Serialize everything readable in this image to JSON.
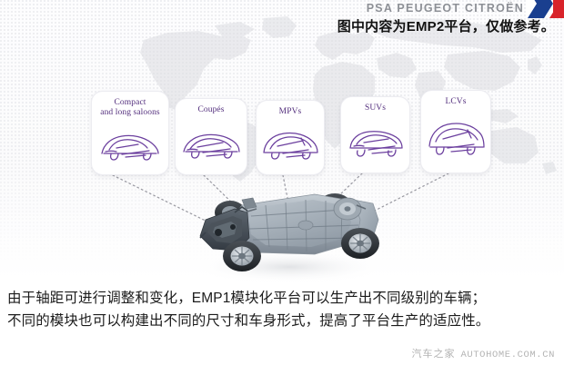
{
  "header": {
    "brand": "PSA PEUGEOT CITROËN",
    "logo_icon": "psa-chevron-logo-icon",
    "notice": "图中内容为EMP2平台，仅做参考。",
    "brand_color": "#8d9096",
    "notice_color": "#121212",
    "logo_colors": {
      "red": "#d8232a",
      "blue": "#1a3f8f",
      "white": "#ffffff"
    }
  },
  "background": {
    "map_icon": "world-map-icon",
    "map_color": "#dcdde1",
    "dot_grid_color": "#787d8c",
    "base_color": "#ffffff"
  },
  "cards": [
    {
      "label": "Compact\nand long saloons",
      "label_line1": "Compact",
      "label_line2": "and long saloons",
      "icon": "compact-saloon-car-icon"
    },
    {
      "label": "Coupés",
      "label_line1": "Coupés",
      "label_line2": "",
      "icon": "coupe-car-icon"
    },
    {
      "label": "MPVs",
      "label_line1": "MPVs",
      "label_line2": "",
      "icon": "mpv-car-icon"
    },
    {
      "label": "SUVs",
      "label_line1": "SUVs",
      "label_line2": "",
      "icon": "suv-car-icon"
    },
    {
      "label": "LCVs",
      "label_line1": "LCVs",
      "label_line2": "",
      "icon": "lcv-van-icon"
    }
  ],
  "card_style": {
    "label_color": "#54307e",
    "sketch_color": "#6b3f9e",
    "card_background": "#ffffff",
    "border_color": "#ececf1"
  },
  "connectors": {
    "style": "dotted",
    "color": "#9a9aa2",
    "count": 5
  },
  "chassis": {
    "icon": "car-chassis-platform-icon",
    "description": "EMP2 modular vehicle platform chassis, underside view",
    "body_color": "#9aa4ad",
    "tire_color": "#2a2d31"
  },
  "caption": {
    "line1": "由于轴距可进行调整和变化，EMP1模块化平台可以生产出不同级别的车辆；",
    "line2": "不同的模块也可以构建出不同的尺寸和车身形式，提高了平台生产的适应性。",
    "color": "#1b1b1b"
  },
  "watermark": {
    "cn": "汽车之家",
    "en": "AUTOHOME.COM.CN",
    "color": "#b4b4b4"
  }
}
